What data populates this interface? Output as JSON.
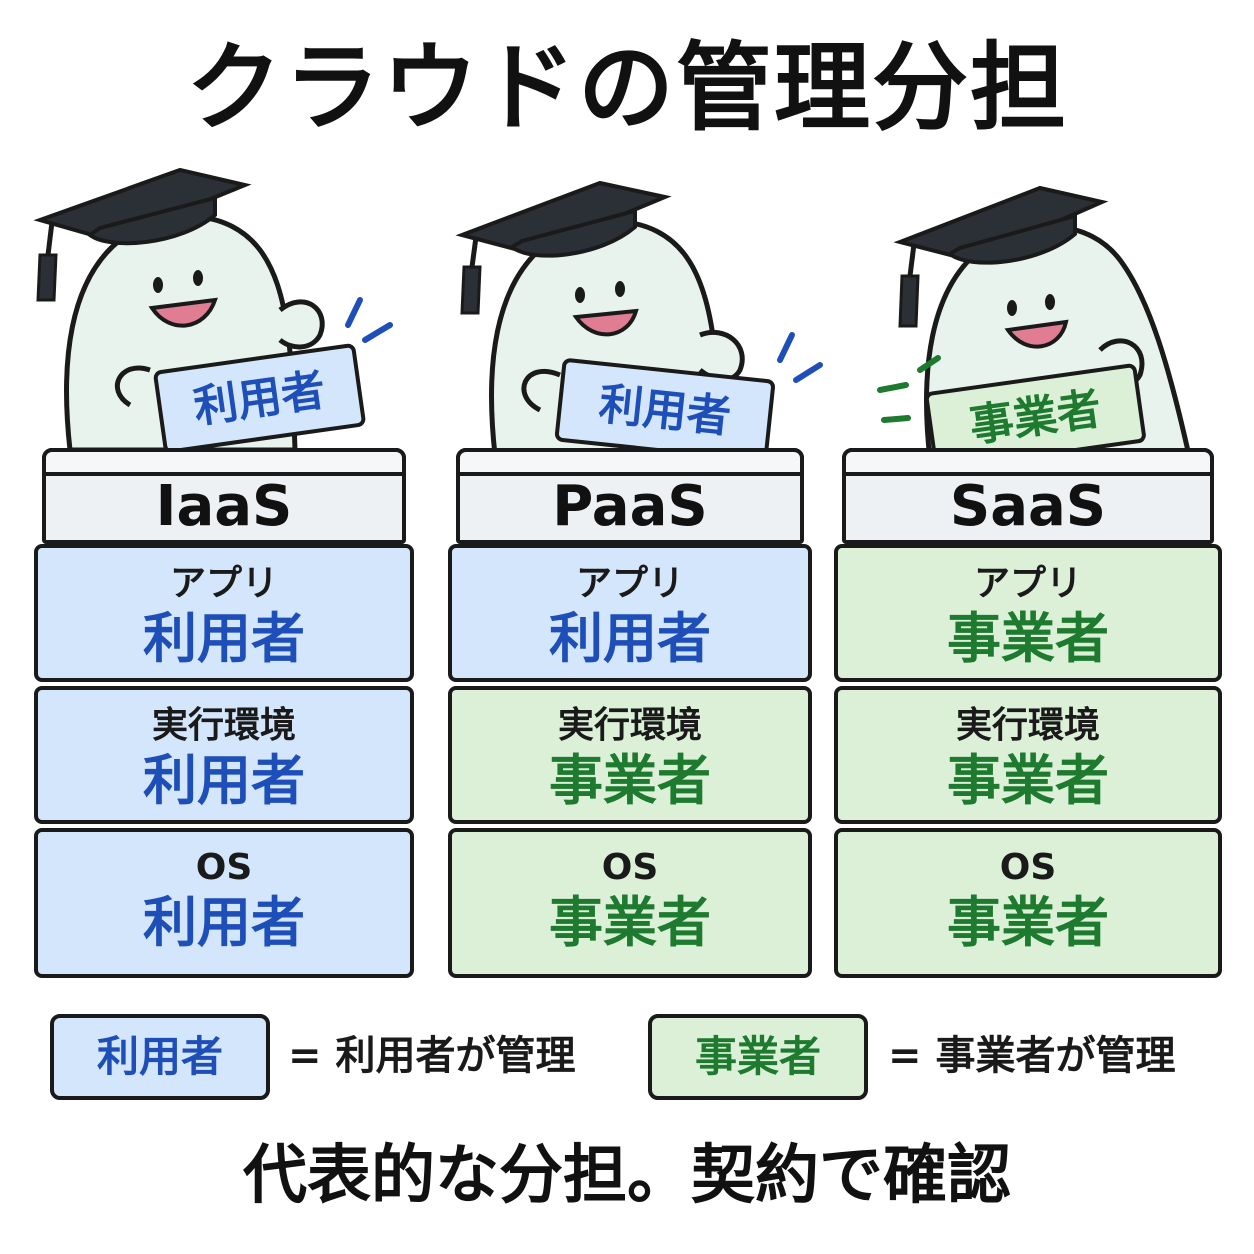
{
  "title": "クラウドの管理分担",
  "columns": [
    {
      "name": "IaaS",
      "sign": "利用者",
      "layers": [
        {
          "name": "アプリ",
          "owner": "利用者"
        },
        {
          "name": "実行環境",
          "owner": "利用者"
        },
        {
          "name": "OS",
          "owner": "利用者"
        }
      ]
    },
    {
      "name": "PaaS",
      "sign": "利用者",
      "layers": [
        {
          "name": "アプリ",
          "owner": "利用者"
        },
        {
          "name": "実行環境",
          "owner": "事業者"
        },
        {
          "name": "OS",
          "owner": "事業者"
        }
      ]
    },
    {
      "name": "SaaS",
      "sign": "事業者",
      "layers": [
        {
          "name": "アプリ",
          "owner": "事業者"
        },
        {
          "name": "実行環境",
          "owner": "事業者"
        },
        {
          "name": "OS",
          "owner": "事業者"
        }
      ]
    }
  ],
  "legend": {
    "user_label": "利用者",
    "user_text": "= 利用者が管理",
    "biz_label": "事業者",
    "biz_text": "= 事業者が管理"
  },
  "footer": "代表的な分担。契約で確認",
  "colors": {
    "user_fill": "#d4e6fb",
    "user_text": "#1e4fb8",
    "biz_fill": "#dcf0d8",
    "biz_text": "#1d7a2e",
    "header_fill": "#eef1f4",
    "mascot_body": "#e9f3ee",
    "cap": "#2b3036"
  }
}
